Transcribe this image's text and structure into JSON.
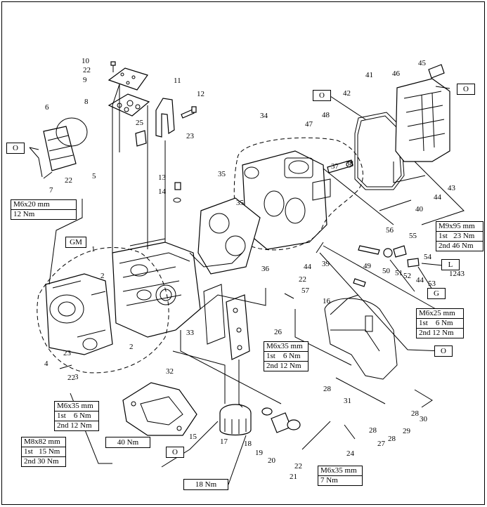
{
  "callouts": [
    "1",
    "2",
    "2",
    "3",
    "4",
    "5",
    "6",
    "7",
    "8",
    "9",
    "10",
    "11",
    "12",
    "13",
    "14",
    "15",
    "16",
    "17",
    "18",
    "19",
    "20",
    "21",
    "22",
    "22",
    "22",
    "22",
    "22",
    "23",
    "23",
    "24",
    "25",
    "26",
    "27",
    "28",
    "28",
    "28",
    "28",
    "29",
    "30",
    "31",
    "32",
    "33",
    "34",
    "35",
    "35",
    "36",
    "37",
    "38",
    "39",
    "40",
    "41",
    "42",
    "43",
    "44",
    "44",
    "44",
    "45",
    "46",
    "47",
    "48",
    "49",
    "50",
    "51",
    "52",
    "53",
    "54",
    "55",
    "56",
    "57"
  ],
  "torque_specs": {
    "m6x20": [
      "M6x20 mm",
      "12 Nm"
    ],
    "m9x95": [
      "M9x95 mm",
      "1st   23 Nm",
      "2nd 46 Nm"
    ],
    "m6x25": [
      "M6x25 mm",
      "1st    6 Nm",
      "2nd 12 Nm"
    ],
    "m6x35_mid": [
      "M6x35 mm",
      "1st    6 Nm",
      "2nd 12 Nm"
    ],
    "m6x35_left": [
      "M6x35 mm",
      "1st    6 Nm",
      "2nd 12 Nm"
    ],
    "m8x82": [
      "M8x82 mm",
      "1st   15 Nm",
      "2nd 30 Nm"
    ],
    "m6x35_right": [
      "M6x35 mm",
      "7 Nm"
    ]
  },
  "single_specs": {
    "oil_pan": "40 Nm",
    "oil_filter": "18 Nm",
    "pin_1243": "1243"
  },
  "lube_tags": {
    "o": "O",
    "gm": "GM",
    "l": "L",
    "g": "G"
  }
}
